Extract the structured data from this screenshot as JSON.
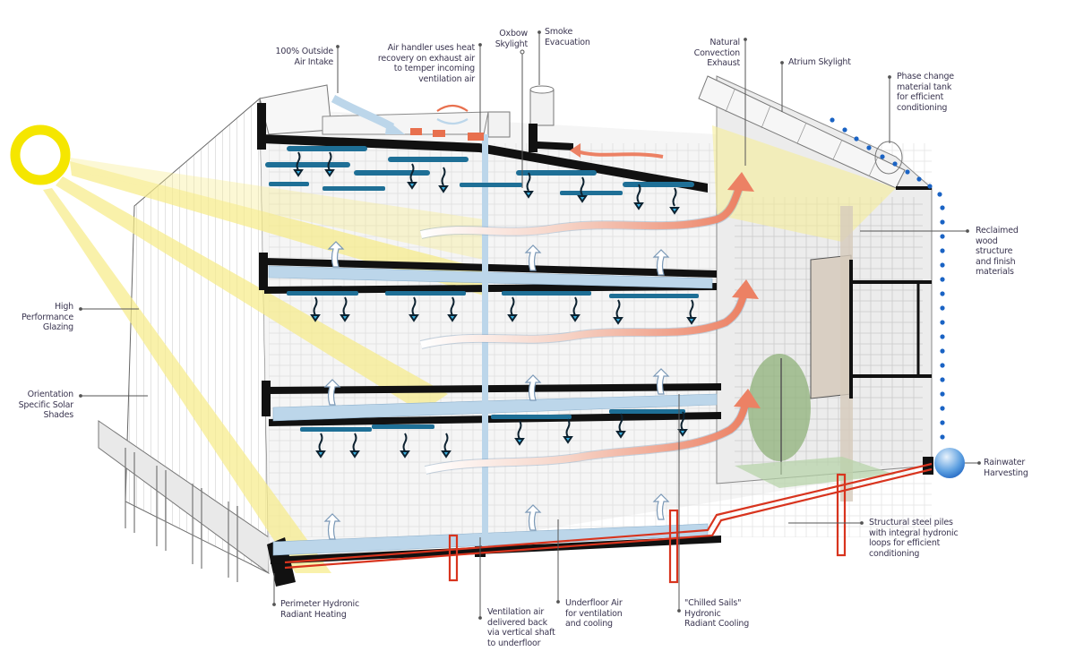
{
  "diagram": {
    "type": "architectural cutaway",
    "colors": {
      "sun": "#f5e600",
      "sunlight": "#f7ee9a",
      "ventilation_air": "#bcd6ea",
      "chilled_sails": "#1e6f96",
      "exhaust_warm": "#ee8a6a",
      "radiant_heating": "#d8341e",
      "rainwater": "#1a63c4",
      "structure": "#111111",
      "label_text": "#3a3550"
    },
    "labels": {
      "outside_air_intake": "100% Outside\nAir Intake",
      "air_handler": "Air handler uses heat\nrecovery on exhaust air\nto temper incoming\nventilation air",
      "oxbow_skylight": "Oxbow\nSkylight",
      "smoke_evacuation": "Smoke\nEvacuation",
      "natural_convection": "Natural\nConvection\nExhaust",
      "atrium_skylight": "Atrium Skylight",
      "phase_change": "Phase change\nmaterial tank\nfor efficient\nconditioning",
      "reclaimed_wood": "Reclaimed\nwood\nstructure\nand finish\nmaterials",
      "high_performance_glazing": "High\nPerformance\nGlazing",
      "solar_shades": "Orientation\nSpecific Solar\nShades",
      "rainwater_harvesting": "Rainwater\nHarvesting",
      "steel_piles": "Structural steel piles\nwith integral hydronic\nloops for efficient\nconditioning",
      "perimeter_heating": "Perimeter Hydronic\nRadiant Heating",
      "ventilation_return": "Ventilation air\ndelivered back\nvia vertical shaft\nto underfloor",
      "underfloor_air": "Underfloor Air\nfor ventilation\nand cooling",
      "chilled_sails": "\"Chilled Sails\"\nHydronic\nRadiant Cooling"
    }
  }
}
